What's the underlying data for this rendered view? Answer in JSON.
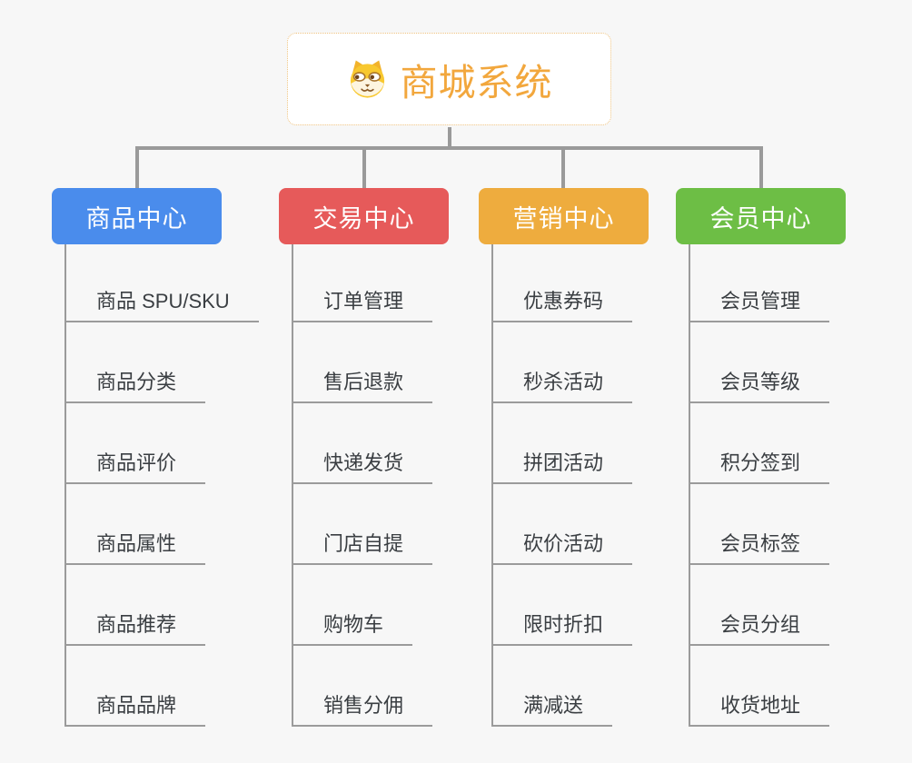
{
  "canvas": {
    "background": "#f7f7f7"
  },
  "root": {
    "title": "商城系统",
    "title_color": "#f2a73d",
    "border_color": "#eec27f",
    "icon": "dog-face-icon"
  },
  "connector_color": "#9a9a9a",
  "branches": [
    {
      "label": "商品中心",
      "color": "#4a8cec",
      "items": [
        "商品 SPU/SKU",
        "商品分类",
        "商品评价",
        "商品属性",
        "商品推荐",
        "商品品牌"
      ]
    },
    {
      "label": "交易中心",
      "color": "#e65a5a",
      "items": [
        "订单管理",
        "售后退款",
        "快递发货",
        "门店自提",
        "购物车",
        "销售分佣"
      ]
    },
    {
      "label": "营销中心",
      "color": "#eeac3e",
      "items": [
        "优惠券码",
        "秒杀活动",
        "拼团活动",
        "砍价活动",
        "限时折扣",
        "满减送"
      ]
    },
    {
      "label": "会员中心",
      "color": "#6dbe45",
      "items": [
        "会员管理",
        "会员等级",
        "积分签到",
        "会员标签",
        "会员分组",
        "收货地址"
      ]
    }
  ]
}
